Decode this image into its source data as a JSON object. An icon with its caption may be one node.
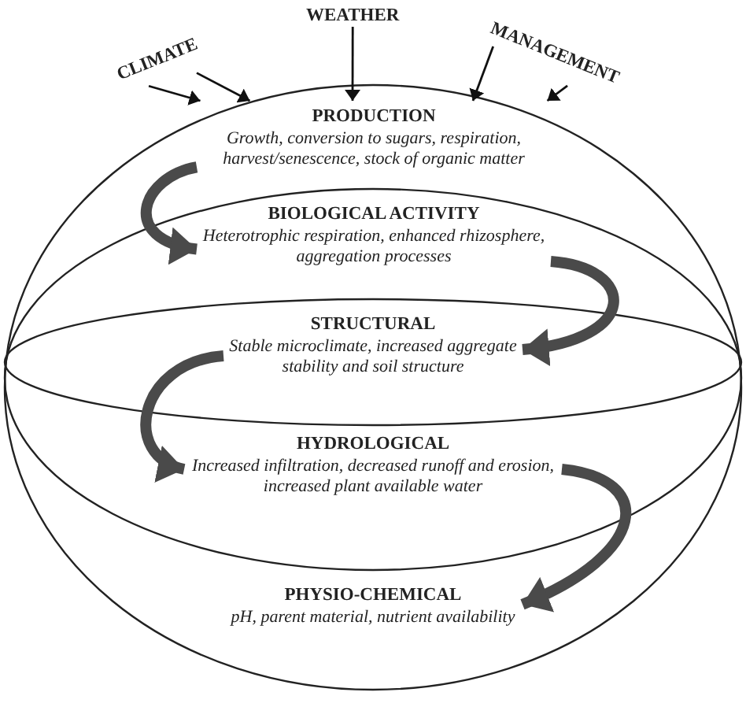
{
  "diagram": {
    "nodes": [
      {
        "text": [
          "CLIMATE"
        ]
      },
      {
        "text": [
          "WEATHER"
        ]
      },
      {
        "text": [
          "MANAGEMENT"
        ]
      },
      {
        "text": [
          "PRODUCTION",
          "Growth, conversion to sugars, respiration, harvest/senescence, stock of organic matter"
        ]
      },
      {
        "text": [
          "BIOLOGICAL ACTIVITY",
          "Heterotrophic respiration, enhanced rhizosphere, aggregation processes"
        ]
      },
      {
        "text": [
          "STRUCTURAL",
          "Stable microclimate, increased aggregate stability and soil structure"
        ]
      },
      {
        "text": [
          "HYDROLOGICAL",
          "Increased infiltration, decreased runoff and erosion, increased plant available water"
        ]
      },
      {
        "text": [
          "PHYSIO-CHEMICAL",
          "pH, parent material, nutrient availability"
        ]
      }
    ],
    "edges": [
      {
        "from": 0,
        "to": 3,
        "arrow": "to"
      },
      {
        "from": 0,
        "to": 3,
        "arrow": "to"
      },
      {
        "from": 1,
        "to": 3,
        "arrow": "to"
      },
      {
        "from": 2,
        "to": 3,
        "arrow": "to"
      },
      {
        "from": 2,
        "to": 3,
        "arrow": "to"
      },
      {
        "from": 3,
        "to": 4,
        "arrow": "to",
        "style": "thick",
        "color": "#4a4a4a"
      },
      {
        "from": 4,
        "to": 5,
        "arrow": "to",
        "style": "thick",
        "color": "#4a4a4a"
      },
      {
        "from": 5,
        "to": 6,
        "arrow": "to",
        "style": "thick",
        "color": "#4a4a4a"
      },
      {
        "from": 6,
        "to": 7,
        "arrow": "to",
        "style": "thick",
        "color": "#4a4a4a"
      }
    ]
  }
}
